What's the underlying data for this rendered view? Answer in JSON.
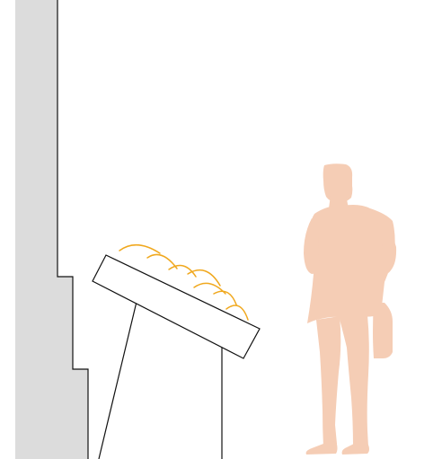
{
  "scene": {
    "elements": [
      "wall-section",
      "tilted-display-panel",
      "panel-support-legs",
      "light-arcs",
      "standing-person"
    ]
  },
  "colors": {
    "background": "#ffffff",
    "wall_fill": "#dcdcdc",
    "line": "#111111",
    "light_arcs": "#f0a81e",
    "person": "#f5cdb5"
  },
  "light_arcs": {
    "count": 7
  }
}
